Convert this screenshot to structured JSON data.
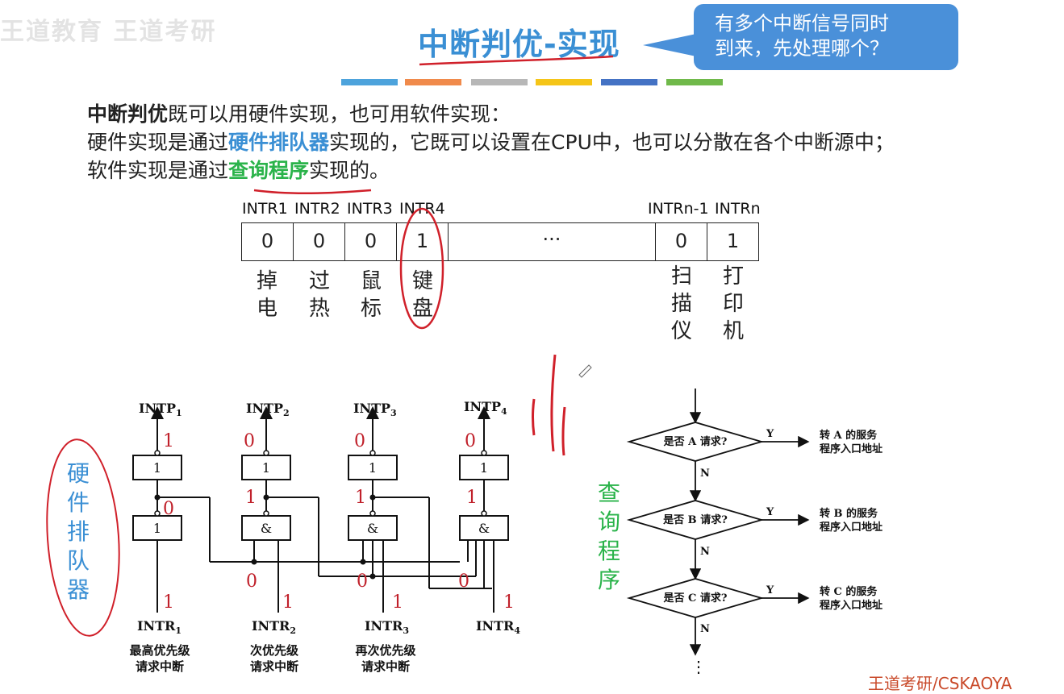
{
  "watermark": "王道教育 王道考研",
  "title": "中断判优-实现",
  "callout": {
    "line1": "有多个中断信号同时",
    "line2": "到来，先处理哪个？"
  },
  "color_bars": [
    "#4da3dc",
    "#f08a4b",
    "#b7b7b7",
    "#f5c518",
    "#4472c4",
    "#70b94a"
  ],
  "intro": {
    "line1_bold": "中断判优",
    "line1_rest": "既可以用硬件实现，也可用软件实现：",
    "line2_pre": "硬件实现是通过",
    "line2_hl": "硬件排队器",
    "line2_post": "实现的，它既可以设置在CPU中，也可以分散在各个中断源中；",
    "line3_pre": "软件实现是通过",
    "line3_hl": "查询程序",
    "line3_post": "实现的。"
  },
  "register": {
    "labels": [
      "INTR1",
      "INTR2",
      "INTR3",
      "INTR4",
      "INTRn-1",
      "INTRn"
    ],
    "cells": [
      "0",
      "0",
      "0",
      "1",
      "···",
      "0",
      "1"
    ],
    "devices": [
      "掉电",
      "过热",
      "鼠标",
      "键盘",
      "扫描仪",
      "打印机"
    ]
  },
  "queue": {
    "side_label": "硬件排队器",
    "intp": [
      "INTP",
      "INTP",
      "INTP",
      "INTP"
    ],
    "intp_sub": [
      "1",
      "2",
      "3",
      "4"
    ],
    "intr": [
      "INTR",
      "INTR",
      "INTR",
      "INTR"
    ],
    "intr_sub": [
      "1",
      "2",
      "3",
      "4"
    ],
    "gate_top": [
      "1",
      "1",
      "1",
      "1"
    ],
    "gate_bottom": [
      "1",
      "&",
      "&",
      "&"
    ],
    "out_values": [
      "1",
      "0",
      "0",
      "0"
    ],
    "mid_values": [
      "0",
      "1",
      "1",
      "1"
    ],
    "chain_values": [
      "0",
      "0",
      "0"
    ],
    "in_values": [
      "1",
      "1",
      "1",
      "1"
    ],
    "captions": [
      [
        "最高优先级",
        "请求中断"
      ],
      [
        "次优先级",
        "请求中断"
      ],
      [
        "再次优先级",
        "请求中断"
      ]
    ]
  },
  "flow": {
    "side_label": "查询程序",
    "decisions": [
      "是否 A 请求?",
      "是否 B 请求?",
      "是否 C 请求?"
    ],
    "yes": "Y",
    "no": "N",
    "targets": [
      [
        "转 A 的服务",
        "程序入口地址"
      ],
      [
        "转 B 的服务",
        "程序入口地址"
      ],
      [
        "转 C 的服务",
        "程序入口地址"
      ]
    ],
    "ellipsis": "⋮"
  },
  "footer": "王道考研/CSKAOYA"
}
